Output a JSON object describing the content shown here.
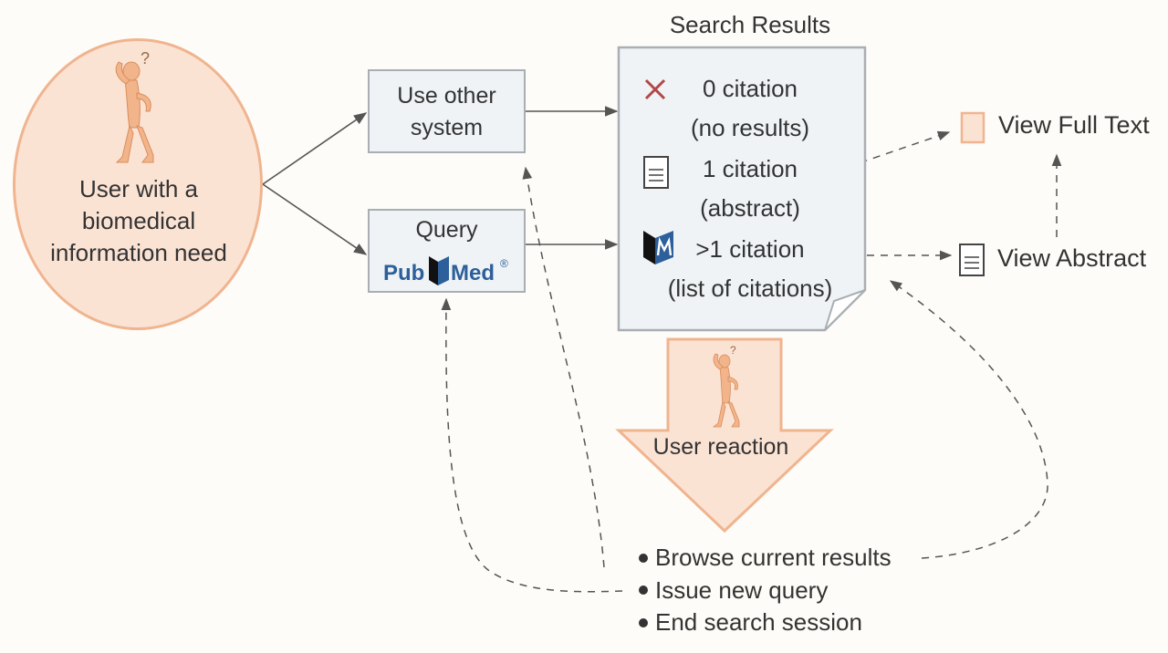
{
  "user": {
    "label": "User with a biomedical information need",
    "icon": "confused-person-icon"
  },
  "other_system": {
    "label": "Use other system"
  },
  "query": {
    "label": "Query",
    "logo_text_left": "Pub",
    "logo_text_right": "Med",
    "logo_mark": "®"
  },
  "results": {
    "title": "Search Results",
    "items": [
      {
        "icon": "x-icon",
        "line1": "0 citation",
        "line2": "(no results)"
      },
      {
        "icon": "document-icon",
        "line1": "1 citation",
        "line2": "(abstract)"
      },
      {
        "icon": "pubmed-book-icon",
        "line1": ">1 citation",
        "line2": "(list of citations)"
      }
    ]
  },
  "outcomes": {
    "full_text": "View Full Text",
    "abstract": "View Abstract"
  },
  "reaction": {
    "label": "User reaction",
    "options": [
      "Browse current results",
      "Issue new query",
      "End search session"
    ]
  },
  "colors": {
    "background": "#fdfcf8",
    "peach_fill": "#fbe3d4",
    "peach_stroke": "#f0b48f",
    "figure": "#f2b48a",
    "box_fill": "#eff3f6",
    "box_stroke": "#a8aeb3",
    "pubmed_blue": "#2d5f9a",
    "x_red": "#b34747",
    "line": "#555555"
  }
}
